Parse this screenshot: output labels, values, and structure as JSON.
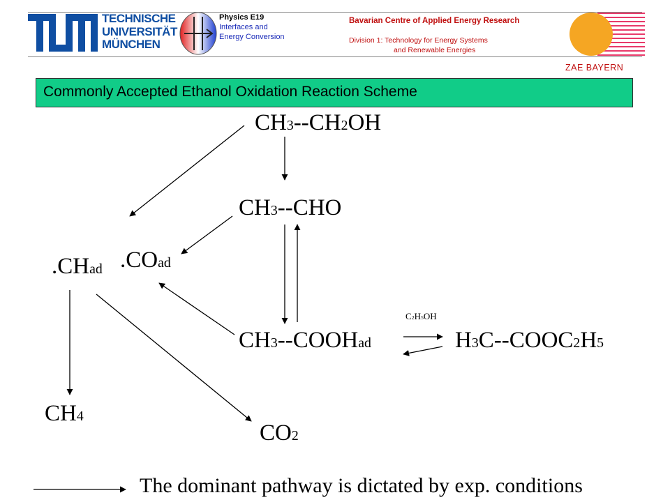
{
  "header": {
    "tum_lines": [
      "TECHNISCHE",
      "UNIVERSITÄT",
      "MÜNCHEN"
    ],
    "physics_title": "Physics E19",
    "physics_lines": [
      "Interfaces and",
      "Energy Conversion"
    ],
    "zae_title": "Bavarian Centre of Applied Energy Research",
    "zae_division_lines": [
      "Division 1: Technology for Energy Systems",
      "and Renewable Energies"
    ],
    "zae_bayern": "ZAE BAYERN"
  },
  "slide_title": "Commonly Accepted Ethanol Oxidation Reaction Scheme",
  "species": {
    "ethanol": {
      "main": "CH",
      "s1": "3",
      "mid": "--CH",
      "s2": "2",
      "end": "OH"
    },
    "acetaldehyde": {
      "main": "CH",
      "s1": "3",
      "end": "--CHO"
    },
    "ch_ad": {
      "dot": ".",
      "main": "CH",
      "sub": "ad"
    },
    "co_ad": {
      "dot": ".",
      "main": "CO",
      "sub": "ad"
    },
    "acetic": {
      "main": "CH",
      "s1": "3",
      "mid": "--COOH",
      "sub": "ad"
    },
    "reagent": {
      "a": "C",
      "s1": "2",
      "b": "H",
      "s2": "5",
      "c": "OH"
    },
    "ester": {
      "a": "H",
      "s1": "3",
      "b": "C--COOC",
      "s2": "2",
      "c": "H",
      "s3": "5"
    },
    "methane": {
      "main": "CH",
      "sub": "4"
    },
    "co2": {
      "main": "CO",
      "sub": "2"
    }
  },
  "footer_note": "The dominant pathway is dictated by exp. conditions",
  "colors": {
    "title_bar": "#11cc88",
    "tum_blue": "#0f4ea2",
    "zae_red": "#c01010",
    "physics_blue": "#1a2bb8",
    "sun_orange": "#f5a623"
  },
  "icons": [
    "tum-logo-icon",
    "physics-e19-logo-icon",
    "zae-sun-logo-icon"
  ]
}
